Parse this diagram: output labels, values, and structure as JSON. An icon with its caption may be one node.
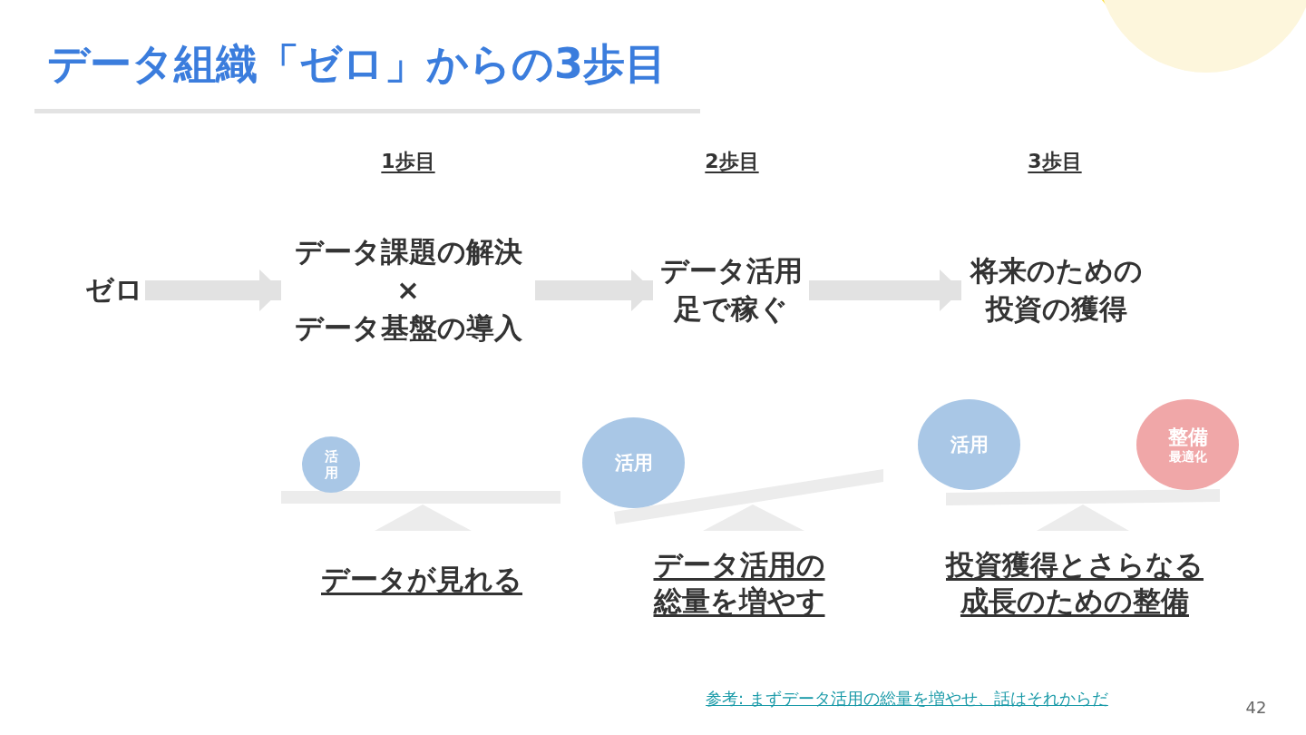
{
  "diagram": {
    "title": "データ組織「ゼロ」からの3歩目",
    "nodes": [
      {
        "text": [
          "ゼロ"
        ]
      },
      {
        "text": [
          "データ課題の解決",
          "×",
          "データ基盤の導入"
        ]
      },
      {
        "text": [
          "データ活用足で稼ぐ"
        ]
      },
      {
        "text": [
          "将来のための投資の獲得"
        ]
      },
      {
        "text": [
          "活用"
        ]
      },
      {
        "text": [
          "活用"
        ]
      },
      {
        "text": [
          "活用"
        ]
      },
      {
        "text": [
          "整備",
          "最適化"
        ]
      }
    ],
    "edges": [
      {
        "from": 0,
        "to": 1,
        "arrow": "to"
      },
      {
        "from": 1,
        "to": 2,
        "arrow": "to"
      },
      {
        "from": 2,
        "to": 3,
        "arrow": "to"
      }
    ],
    "labels": [
      "1歩目",
      "2歩目",
      "3歩目",
      "データが見れる",
      "データ活用の総量を増やす",
      "投資獲得とさらなる成長のための整備",
      "参考: まずデータ活用の総量を増やせ、話はそれからだ",
      "42"
    ]
  }
}
